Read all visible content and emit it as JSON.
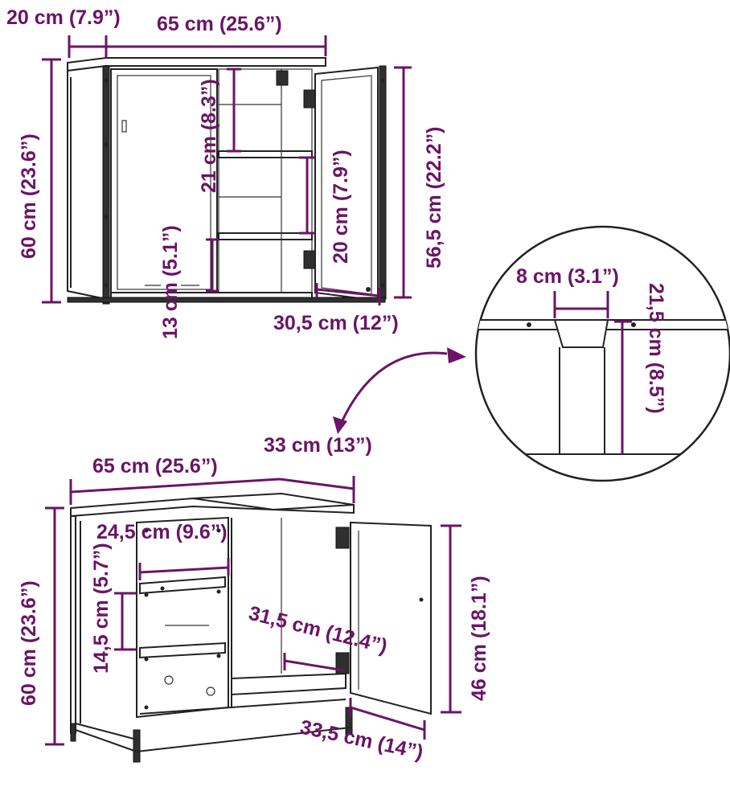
{
  "colors": {
    "dimension": "#6b1466",
    "ink": "#222222",
    "background": "#ffffff"
  },
  "wall_cabinet": {
    "depth": "20 cm (7.9”)",
    "width": "65 cm (25.6”)",
    "height": "60 cm (23.6”)",
    "door_height": "56,5 cm (22.2”)",
    "shelf_gap_top": "21 cm (8.3”)",
    "shelf_gap_mid": "20 cm (7.9”)",
    "shelf_gap_bottom": "13 cm (5.1”)",
    "door_width": "30,5 cm (12”)"
  },
  "detail": {
    "cutout_width": "8 cm (3.1”)",
    "cutout_height": "21,5 cm (8.5”)"
  },
  "base_cabinet": {
    "width": "65 cm (25.6”)",
    "depth": "33 cm (13”)",
    "shelf_width": "24,5 cm (9.6”)",
    "shelf_gap_top": "14,5 cm (5.7”)",
    "height": "60 cm (23.6”)",
    "inner_depth": "31,5 cm (12.4”)",
    "door_height": "46 cm (18.1”)",
    "door_width": "33,5 cm (14”)"
  }
}
